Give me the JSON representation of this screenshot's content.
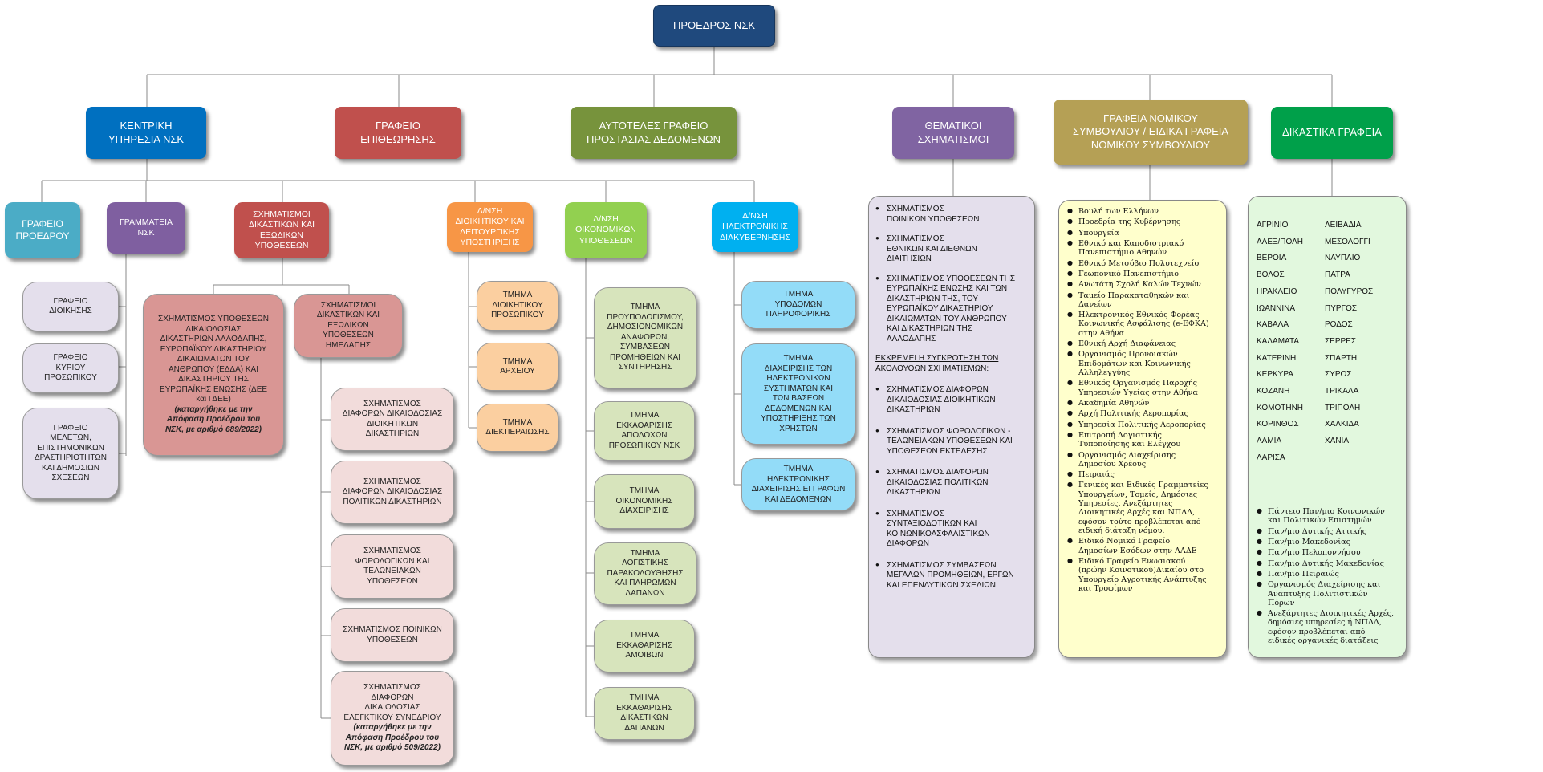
{
  "top": "ΠΡΟΕΔΡΟΣ ΝΣΚ",
  "main": [
    "ΚΕΝΤΡΙΚΗ\nΥΠΗΡΕΣΙΑ ΝΣΚ",
    "ΓΡΑΦΕΙΟ\nΕΠΙΘΕΩΡΗΣΗΣ",
    "ΑΥΤΟΤΕΛΕΣ ΓΡΑΦΕΙΟ\nΠΡΟΣΤΑΣΙΑΣ ΔΕΔΟΜΕΝΩΝ",
    "ΘΕΜΑΤΙΚΟΙ\nΣΧΗΜΑΤΙΣΜΟΙ",
    "ΓΡΑΦΕΙΑ ΝΟΜΙΚΟΥ\nΣΥΜΒΟΥΛΙΟΥ / ΕΙΔΙΚΑ ΓΡΑΦΕΙΑ\nΝΟΜΙΚΟΥ ΣΥΜΒΟΥΛΙΟΥ",
    "ΔΙΚΑΣΤΙΚΑ ΓΡΑΦΕΙΑ"
  ],
  "central": {
    "office_president": "ΓΡΑΦΕΙΟ\nΠΡΟΕΔΡΟΥ",
    "secretariat": "ΓΡΑΜΜΑΤΕΙΑ\nΝΣΚ",
    "secretariat_children": [
      "ΓΡΑΦΕΙΟ\nΔΙΟΙΚΗΣΗΣ",
      "ΓΡΑΦΕΙΟ\nΚΥΡΙΟΥ\nΠΡΟΣΩΠΙΚΟΥ",
      "ΓΡΑΦΕΙΟ\nΜΕΛΕΤΩΝ,\nΕΠΙΣΤΗΜΟΝΙΚΩΝ\nΔΡΑΣΤΗΡΙΟΤΗΤΩΝ\nΚΑΙ ΔΗΜΟΣΙΩΝ\nΣΧΕΣΕΩΝ"
    ],
    "formations": "ΣΧΗΜΑΤΙΣΜΟΙ\nΔΙΚΑΣΤΙΚΩΝ ΚΑΙ\nΕΞΩΔΙΚΩΝ\nΥΠΟΘΕΣΕΩΝ",
    "echr": "ΣΧΗΜΑΤΙΣΜΟΣ ΥΠΟΘΕΣΕΩΝ\nΔΙΚΑΙΟΔΟΣΙΑΣ\nΔΙΚΑΣΤΗΡΙΩΝ ΑΛΛΟΔΑΠΗΣ,\nΕΥΡΩΠΑΪΚΟΥ ΔΙΚΑΣΤΗΡΙΟΥ\nΔΙΚΑΙΩΜΑΤΩΝ ΤΟΥ\nΑΝΘΡΩΠΟΥ (ΕΔΔΑ) ΚΑΙ\nΔΙΚΑΣΤΗΡΙΟΥ ΤΗΣ\nΕΥΡΩΠΑΪΚΗΣ ΕΝΩΣΗΣ (ΔΕΕ\nκαι ΓΔΕΕ)",
    "echr_note": "(καταργήθηκε με την\nΑπόφαση Προέδρου του\nΝΣΚ, με αριθμό 689/2022)",
    "domestic": "ΣΧΗΜΑΤΙΣΜΟΙ\nΔΙΚΑΣΤΙΚΩΝ ΚΑΙ\nΕΞΩΔΙΚΩΝ\nΥΠΟΘΕΣΕΩΝ\nΗΜΕΔΑΠΗΣ",
    "domestic_children": [
      "ΣΧΗΜΑΤΙΣΜΟΣ\nΔΙΑΦΟΡΩΝ ΔΙΚΑΙΟΔΟΣΙΑΣ\nΔΙΟΙΚΗΤΙΚΩΝ\nΔΙΚΑΣΤΗΡΙΩΝ",
      "ΣΧΗΜΑΤΙΣΜΟΣ\nΔΙΑΦΟΡΩΝ ΔΙΚΑΙΟΔΟΣΙΑΣ\nΠΟΛΙΤΙΚΩΝ ΔΙΚΑΣΤΗΡΙΩΝ",
      "ΣΧΗΜΑΤΙΣΜΟΣ\nΦΟΡΟΛΟΓΙΚΩΝ ΚΑΙ\nΤΕΛΩΝΕΙΑΚΩΝ\nΥΠΟΘΕΣΕΩΝ",
      "ΣΧΗΜΑΤΙΣΜΟΣ ΠΟΙΝΙΚΩΝ\nΥΠΟΘΕΣΕΩΝ",
      "ΣΧΗΜΑΤΙΣΜΟΣ\nΔΙΑΦΟΡΩΝ\nΔΙΚΑΙΟΔΟΣΙΑΣ\nΕΛΕΓΚΤΙΚΟΥ ΣΥΝΕΔΡΙΟΥ"
    ],
    "audit_note": "(καταργήθηκε με την\nΑπόφαση Προέδρου του\nΝΣΚ, με αριθμό 509/2022)",
    "admin_dir": "Δ/ΝΣΗ\nΔΙΟΙΚΗΤΙΚΟΥ ΚΑΙ\nΛΕΙΤΟΥΡΓΙΚΗΣ\nΥΠΟΣΤΗΡΙΞΗΣ",
    "admin_children": [
      "ΤΜΗΜΑ\nΔΙΟΙΚΗΤΙΚΟΥ\nΠΡΟΣΩΠΙΚΟΥ",
      "ΤΜΗΜΑ\nΑΡΧΕΙΟΥ",
      "ΤΜΗΜΑ\nΔΙΕΚΠΕΡΑΙΩΣΗΣ"
    ],
    "econ_dir": "Δ/ΝΣΗ\nΟΙΚΟΝΟΜΙΚΩΝ\nΥΠΟΘΕΣΕΩΝ",
    "econ_children": [
      "ΤΜΗΜΑ\nΠΡΟΥΠΟΛΟΓΙΣΜΟΥ,\nΔΗΜΟΣΙΟΝΟΜΙΚΩΝ\nΑΝΑΦΟΡΩΝ,\nΣΥΜΒΑΣΕΩΝ\nΠΡΟΜΗΘΕΙΩΝ ΚΑΙ\nΣΥΝΤΗΡΗΣΗΣ",
      "ΤΜΗΜΑ\nΕΚΚΑΘΑΡΙΣΗΣ\nΑΠΟΔΟΧΩΝ\nΠΡΟΣΩΠΙΚΟΥ ΝΣΚ",
      "ΤΜΗΜΑ\nΟΙΚΟΝΟΜΙΚΗΣ\nΔΙΑΧΕΙΡΙΣΗΣ",
      "ΤΜΗΜΑ\nΛΟΓΙΣΤΙΚΗΣ\nΠΑΡΑΚΟΛΟΥΘΗΣΗΣ\nΚΑΙ ΠΛΗΡΩΜΩΝ\nΔΑΠΑΝΩΝ",
      "ΤΜΗΜΑ\nΕΚΚΑΘΑΡΙΣΗΣ\nΑΜΟΙΒΩΝ",
      "ΤΜΗΜΑ\nΕΚΚΑΘΑΡΙΣΗΣ\nΔΙΚΑΣΤΙΚΩΝ\nΔΑΠΑΝΩΝ"
    ],
    "egov_dir": "Δ/ΝΣΗ\nΗΛΕΚΤΡΟΝΙΚΗΣ\nΔΙΑΚΥΒΕΡΝΗΣΗΣ",
    "egov_children": [
      "ΤΜΗΜΑ\nΥΠΟΔΟΜΩΝ\nΠΛΗΡΟΦΟΡΙΚΗΣ",
      "ΤΜΗΜΑ\nΔΙΑΧΕΙΡΙΣΗΣ ΤΩΝ\nΗΛΕΚΤΡΟΝΙΚΩΝ\nΣΥΣΤΗΜΑΤΩΝ ΚΑΙ\nΤΩΝ ΒΑΣΕΩΝ\nΔΕΔΟΜΕΝΩΝ ΚΑΙ\nΥΠΟΣΤΗΡΙΞΗΣ ΤΩΝ\nΧΡΗΣΤΩΝ",
      "ΤΜΗΜΑ\nΗΛΕΚΤΡΟΝΙΚΗΣ\nΔΙΑΧΕΙΡΙΣΗΣ ΕΓΓΡΑΦΩΝ\nΚΑΙ ΔΕΔΟΜΕΝΩΝ"
    ]
  },
  "thematic": {
    "items": [
      "ΣΧΗΜΑΤΙΣΜΟΣ\nΠΟΙΝΙΚΩΝ ΥΠΟΘΕΣΕΩΝ",
      "ΣΧΗΜΑΤΙΣΜΟΣ\nΕΘΝΙΚΩΝ ΚΑΙ ΔΙΕΘΝΩΝ\nΔΙΑΙΤΗΣΙΩΝ",
      "ΣΧΗΜΑΤΙΣΜΟΣ ΥΠΟΘΕΣΕΩΝ ΤΗΣ\nΕΥΡΩΠΑΪΚΗΣ ΕΝΩΣΗΣ ΚΑΙ ΤΩΝ\nΔΙΚΑΣΤΗΡΙΩΝ ΤΗΣ, ΤΟΥ\nΕΥΡΩΠΑΪΚΟΥ ΔΙΚΑΣΤΗΡΙΟΥ\nΔΙΚΑΙΩΜΑΤΩΝ ΤΟΥ ΑΝΘΡΩΠΟΥ\nΚΑΙ ΔΙΚΑΣΤΗΡΙΩΝ ΤΗΣ\nΑΛΛΟΔΑΠΗΣ"
    ],
    "pending": "ΕΚΚΡΕΜΕΙ Η ΣΥΓΚΡΟΤΗΣΗ ΤΩΝ\nΑΚΟΛΟΥΘΩΝ ΣΧΗΜΑΤΙΣΜΩΝ:",
    "pending_items": [
      "ΣΧΗΜΑΤΙΣΜΟΣ ΔΙΑΦΟΡΩΝ\nΔΙΚΑΙΟΔΟΣΙΑΣ ΔΙΟΙΚΗΤΙΚΩΝ\nΔΙΚΑΣΤΗΡΙΩΝ",
      "ΣΧΗΜΑΤΙΣΜΟΣ ΦΟΡΟΛΟΓΙΚΩΝ -\nΤΕΛΩΝΕΙΑΚΩΝ ΥΠΟΘΕΣΕΩΝ ΚΑΙ\nΥΠΟΘΕΣΕΩΝ ΕΚΤΕΛΕΣΗΣ",
      "ΣΧΗΜΑΤΙΣΜΟΣ ΔΙΑΦΟΡΩΝ\nΔΙΚΑΙΟΔΟΣΙΑΣ ΠΟΛΙΤΙΚΩΝ\nΔΙΚΑΣΤΗΡΙΩΝ",
      "ΣΧΗΜΑΤΙΣΜΟΣ\nΣΥΝΤΑΞΙΟΔΟΤΙΚΩΝ ΚΑΙ\nΚΟΙΝΩΝΙΚΟΑΣΦΑΛΙΣΤΙΚΩΝ\nΔΙΑΦΟΡΩΝ",
      "ΣΧΗΜΑΤΙΣΜΟΣ ΣΥΜΒΑΣΕΩΝ\nΜΕΓΑΛΩΝ ΠΡΟΜΗΘΕΙΩΝ, ΕΡΓΩΝ\nΚΑΙ ΕΠΕΝΔΥΤΙΚΩΝ ΣΧΕΔΙΩΝ"
    ]
  },
  "legal_offices": [
    "Βουλή των Ελλήνων",
    "Προεδρία της Κυβέρνησης",
    "Υπουργεία",
    "Εθνικό και Καποδιστριακό\nΠανεπιστήμιο Αθηνών",
    "Εθνικό Μετσόβιο Πολυτεχνείο",
    "Γεωπονικό Πανεπιστήμιο",
    "Ανωτάτη Σχολή Καλών Τεχνών",
    "Ταμείο Παρακαταθηκών και\nΔανείων",
    "Ηλεκτρονικός Εθνικός Φορέας\nΚοινωνικής Ασφάλισης (e-ΕΦΚΑ)\nστην Αθήνα",
    "Εθνική Αρχή Διαφάνειας",
    "Οργανισμός Προνοιακών\nΕπιδομάτων και Κοινωνικής\nΑλληλεγγύης",
    "Εθνικός Οργανισμός Παροχής\nΥπηρεσιών Υγείας στην Αθήνα",
    "Ακαδημία Αθηνών",
    "Αρχή Πολιτικής Αεροπορίας",
    "Υπηρεσία Πολιτικής Αεροπορίας",
    "Επιτροπή Λογιστικής\nΤυποποίησης και Ελέγχου",
    "Οργανισμός Διαχείρισης\nΔημοσίου Χρέους",
    "Πειραιάς",
    "Γενικές και Ειδικές Γραμματείες\nΥπουργείων, Τομείς, Δημόσιες\nΥπηρεσίες, Ανεξάρτητες\nΔιοικητικές Αρχές και ΝΠΔΔ,\nεφόσον τούτο προβλέπεται από\nειδική διάταξη νόμου.",
    "Ειδικό Νομικό Γραφείο\nΔημοσίων Εσόδων στην ΑΑΔΕ",
    "Ειδικό Γραφείο Ενωσιακού\n(πρώην Κοινοτικού)Δικαίου στο\nΥπουργείο Αγροτικής Ανάπτυξης\nκαι Τροφίμων"
  ],
  "court_offices": {
    "col1": [
      "ΑΓΡΙΝΙΟ",
      "ΑΛΕΞ/ΠΟΛΗ",
      "ΒΕΡΟΙΑ",
      "ΒΟΛΟΣ",
      "ΗΡΑΚΛΕΙΟ",
      "ΙΩΑΝΝΙΝΑ",
      "ΚΑΒΑΛΑ",
      "ΚΑΛΑΜΑΤΑ",
      "ΚΑΤΕΡΙΝΗ",
      "ΚΕΡΚΥΡΑ",
      "ΚΟΖΑΝΗ",
      "ΚΟΜΟΤΗΝΗ",
      "ΚΟΡΙΝΘΟΣ",
      "ΛΑΜΙΑ",
      "ΛΑΡΙΣΑ"
    ],
    "col2": [
      "ΛΕΙΒΑΔΙΑ",
      "ΜΕΣΟΛΟΓΓΙ",
      "ΝΑΥΠΛΙΟ",
      "ΠΑΤΡΑ",
      "ΠΟΛΥΓΥΡΟΣ",
      "ΠΥΡΓΟΣ",
      "ΡΟΔΟΣ",
      "ΣΕΡΡΕΣ",
      "ΣΠΑΡΤΗ",
      "ΣΥΡΟΣ",
      "ΤΡΙΚΑΛΑ",
      "ΤΡΙΠΟΛΗ",
      "ΧΑΛΚΙΔΑ",
      "ΧΑΝΙΑ"
    ],
    "bullets": [
      "Πάντειο Παν/μιο Κοινωνικών\nκαι Πολιτικών Επιστημών",
      "Παν/μιο Δυτικής Αττικής",
      "Παν/μιο Μακεδονίας",
      "Παν/μιο Πελοποννήσου",
      "Παν/μιο Δυτικής Μακεδονίας",
      "Παν/μιο Πειραιώς",
      "Οργανισμός Διαχείρισης και\nΑνάπτυξης Πολιτιστικών\nΠόρων",
      "Ανεξάρτητες Διοικητικές Αρχές,\nδημόσιες υπηρεσίες ή ΝΠΔΔ,\nεφόσον προβλέπεται από\nειδικές οργανικές διατάξεις"
    ]
  },
  "colors": {
    "top": "#1f497d",
    "central": "#0070c0",
    "inspection": "#c0504d",
    "dataprot": "#77933c",
    "thematic": "#8064a2",
    "legal": "#b5a055",
    "courts": "#00a04a",
    "office_president": "#4bacc6",
    "secretariat": "#7f5fa0",
    "formations": "#c0504d",
    "echr_fill": "#d99694",
    "lavender_fill": "#e4dfec",
    "pink_fill": "#f2dcdb",
    "admin_dir": "#f79646",
    "admin_fill": "#fbcfa0",
    "econ_dir": "#92d050",
    "econ_fill": "#d7e4bc",
    "egov_dir": "#00b0f0",
    "egov_fill": "#93dcf8",
    "thematic_panel": "#e4dfec",
    "legal_panel": "#ffffcc",
    "courts_panel": "#e2f8de"
  }
}
